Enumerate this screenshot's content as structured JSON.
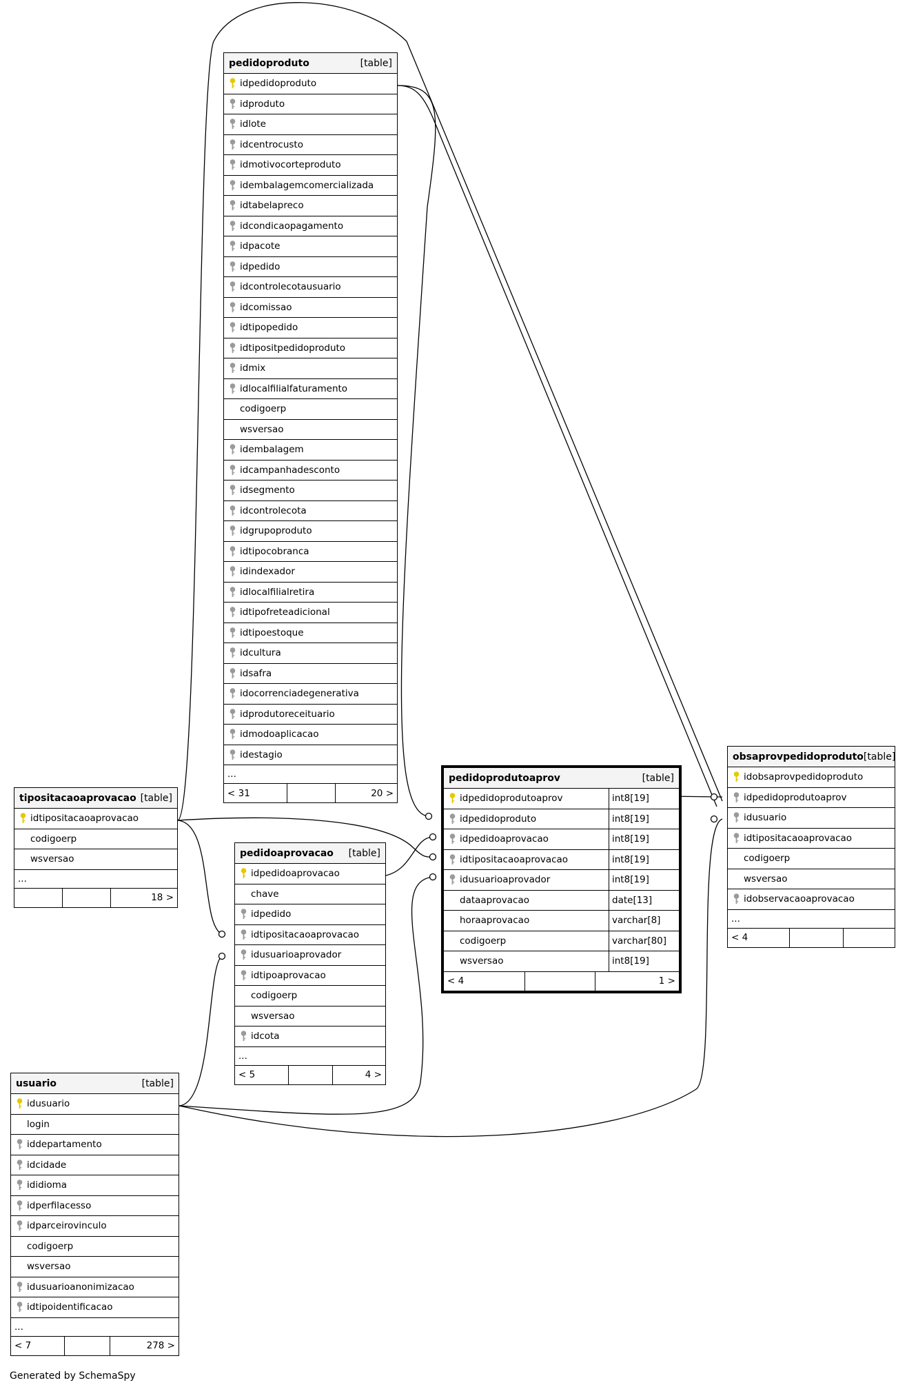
{
  "footer_text": "Generated by SchemaSpy",
  "key_colors": {
    "primary": "#e6c800",
    "foreign": "#9a9a9a"
  },
  "tables": {
    "pedidoproduto": {
      "name": "pedidoproduto",
      "type_label": "[table]",
      "columns": [
        {
          "name": "idpedidoproduto",
          "key": "primary"
        },
        {
          "name": "idproduto",
          "key": "foreign"
        },
        {
          "name": "idlote",
          "key": "foreign"
        },
        {
          "name": "idcentrocusto",
          "key": "foreign"
        },
        {
          "name": "idmotivocorteproduto",
          "key": "foreign"
        },
        {
          "name": "idembalagemcomercializada",
          "key": "foreign"
        },
        {
          "name": "idtabelapreco",
          "key": "foreign"
        },
        {
          "name": "idcondicaopagamento",
          "key": "foreign"
        },
        {
          "name": "idpacote",
          "key": "foreign"
        },
        {
          "name": "idpedido",
          "key": "foreign"
        },
        {
          "name": "idcontrolecotausuario",
          "key": "foreign"
        },
        {
          "name": "idcomissao",
          "key": "foreign"
        },
        {
          "name": "idtipopedido",
          "key": "foreign"
        },
        {
          "name": "idtipositpedidoproduto",
          "key": "foreign"
        },
        {
          "name": "idmix",
          "key": "foreign"
        },
        {
          "name": "idlocalfilialfaturamento",
          "key": "foreign"
        },
        {
          "name": "codigoerp",
          "key": "none"
        },
        {
          "name": "wsversao",
          "key": "none"
        },
        {
          "name": "idembalagem",
          "key": "foreign"
        },
        {
          "name": "idcampanhadesconto",
          "key": "foreign"
        },
        {
          "name": "idsegmento",
          "key": "foreign"
        },
        {
          "name": "idcontrolecota",
          "key": "foreign"
        },
        {
          "name": "idgrupoproduto",
          "key": "foreign"
        },
        {
          "name": "idtipocobranca",
          "key": "foreign"
        },
        {
          "name": "idindexador",
          "key": "foreign"
        },
        {
          "name": "idlocalfilialretira",
          "key": "foreign"
        },
        {
          "name": "idtipofreteadicional",
          "key": "foreign"
        },
        {
          "name": "idtipoestoque",
          "key": "foreign"
        },
        {
          "name": "idcultura",
          "key": "foreign"
        },
        {
          "name": "idsafra",
          "key": "foreign"
        },
        {
          "name": "idocorrenciadegenerativa",
          "key": "foreign"
        },
        {
          "name": "idprodutoreceituario",
          "key": "foreign"
        },
        {
          "name": "idmodoaplicacao",
          "key": "foreign"
        },
        {
          "name": "idestagio",
          "key": "foreign"
        }
      ],
      "more": "...",
      "footer": {
        "left": "< 31",
        "mid": "",
        "right": "20 >"
      }
    },
    "tipositDuplicatePlaceholder": null,
    "tipositacaoaprovacao": {
      "name": "tipositacaoaprovacao",
      "type_label": "[table]",
      "columns": [
        {
          "name": "idtipositacaoaprovacao",
          "key": "primary"
        },
        {
          "name": "codigoerp",
          "key": "none"
        },
        {
          "name": "wsversao",
          "key": "none"
        }
      ],
      "more": "...",
      "footer": {
        "left": "",
        "mid": "",
        "right": "18 >"
      }
    },
    "pedidoaprovacao": {
      "name": "pedidoaprovacao",
      "type_label": "[table]",
      "columns": [
        {
          "name": "idpedidoaprovacao",
          "key": "primary"
        },
        {
          "name": "chave",
          "key": "none"
        },
        {
          "name": "idpedido",
          "key": "foreign"
        },
        {
          "name": "idtipositacaoaprovacao",
          "key": "foreign"
        },
        {
          "name": "idusuarioaprovador",
          "key": "foreign"
        },
        {
          "name": "idtipoaprovacao",
          "key": "foreign"
        },
        {
          "name": "codigoerp",
          "key": "none"
        },
        {
          "name": "wsversao",
          "key": "none"
        },
        {
          "name": "idcota",
          "key": "foreign"
        }
      ],
      "more": "...",
      "footer": {
        "left": "< 5",
        "mid": "",
        "right": "4 >"
      }
    },
    "pedidoprodutoaprov": {
      "name": "pedidoprodutoaprov",
      "type_label": "[table]",
      "columns": [
        {
          "name": "idpedidoprodutoaprov",
          "key": "primary",
          "type": "int8[19]"
        },
        {
          "name": "idpedidoproduto",
          "key": "foreign",
          "type": "int8[19]"
        },
        {
          "name": "idpedidoaprovacao",
          "key": "foreign",
          "type": "int8[19]"
        },
        {
          "name": "idtipositacaoaprovacao",
          "key": "foreign",
          "type": "int8[19]"
        },
        {
          "name": "idusuarioaprovador",
          "key": "foreign",
          "type": "int8[19]"
        },
        {
          "name": "dataaprovacao",
          "key": "none",
          "type": "date[13]"
        },
        {
          "name": "horaaprovacao",
          "key": "none",
          "type": "varchar[8]"
        },
        {
          "name": "codigoerp",
          "key": "none",
          "type": "varchar[80]"
        },
        {
          "name": "wsversao",
          "key": "none",
          "type": "int8[19]"
        }
      ],
      "footer": {
        "left": "< 4",
        "mid": "",
        "right": "1 >"
      }
    },
    "obsaprovpedidoproduto": {
      "name": "obsaprovpedidoproduto",
      "type_label": "[table]",
      "columns": [
        {
          "name": "idobsaprovpedidoproduto",
          "key": "primary"
        },
        {
          "name": "idpedidoprodutoaprov",
          "key": "foreign"
        },
        {
          "name": "idusuario",
          "key": "foreign"
        },
        {
          "name": "idtipositacaoaprovacao",
          "key": "foreign"
        },
        {
          "name": "codigoerp",
          "key": "none"
        },
        {
          "name": "wsversao",
          "key": "none"
        },
        {
          "name": "idobservacaoaprovacao",
          "key": "foreign"
        }
      ],
      "more": "...",
      "footer": {
        "left": "< 4",
        "mid": "",
        "right": ""
      }
    },
    "usuario": {
      "name": "usuario",
      "type_label": "[table]",
      "columns": [
        {
          "name": "idusuario",
          "key": "primary"
        },
        {
          "name": "login",
          "key": "none"
        },
        {
          "name": "iddepartamento",
          "key": "foreign"
        },
        {
          "name": "idcidade",
          "key": "foreign"
        },
        {
          "name": "ididioma",
          "key": "foreign"
        },
        {
          "name": "idperfilacesso",
          "key": "foreign"
        },
        {
          "name": "idparceirovinculo",
          "key": "foreign"
        },
        {
          "name": "codigoerp",
          "key": "none"
        },
        {
          "name": "wsversao",
          "key": "none"
        },
        {
          "name": "idusuarioanonimizacao",
          "key": "foreign"
        },
        {
          "name": "idtipoidentificacao",
          "key": "foreign"
        }
      ],
      "more": "...",
      "footer": {
        "left": "< 7",
        "mid": "",
        "right": "278 >"
      }
    }
  }
}
